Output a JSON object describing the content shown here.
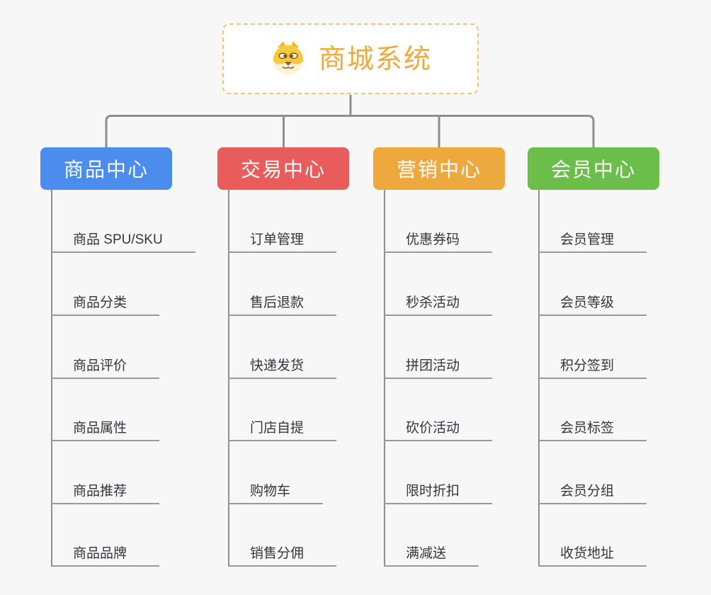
{
  "page": {
    "background": "#f7f7f7"
  },
  "root": {
    "title": "商城系统",
    "icon": "dog-face-icon",
    "title_color": "#efa93c",
    "border_color": "#f3c577"
  },
  "connector_color": "#8f8f8f",
  "branches": [
    {
      "label": "商品中心",
      "color": "#4b8cec",
      "children": [
        "商品 SPU/SKU",
        "商品分类",
        "商品评价",
        "商品属性",
        "商品推荐",
        "商品品牌"
      ]
    },
    {
      "label": "交易中心",
      "color": "#e85c5c",
      "children": [
        "订单管理",
        "售后退款",
        "快递发货",
        "门店自提",
        "购物车",
        "销售分佣"
      ]
    },
    {
      "label": "营销中心",
      "color": "#eea93e",
      "children": [
        "优惠券码",
        "秒杀活动",
        "拼团活动",
        "砍价活动",
        "限时折扣",
        "满减送"
      ]
    },
    {
      "label": "会员中心",
      "color": "#6cbe4b",
      "children": [
        "会员管理",
        "会员等级",
        "积分签到",
        "会员标签",
        "会员分组",
        "收货地址"
      ]
    }
  ]
}
